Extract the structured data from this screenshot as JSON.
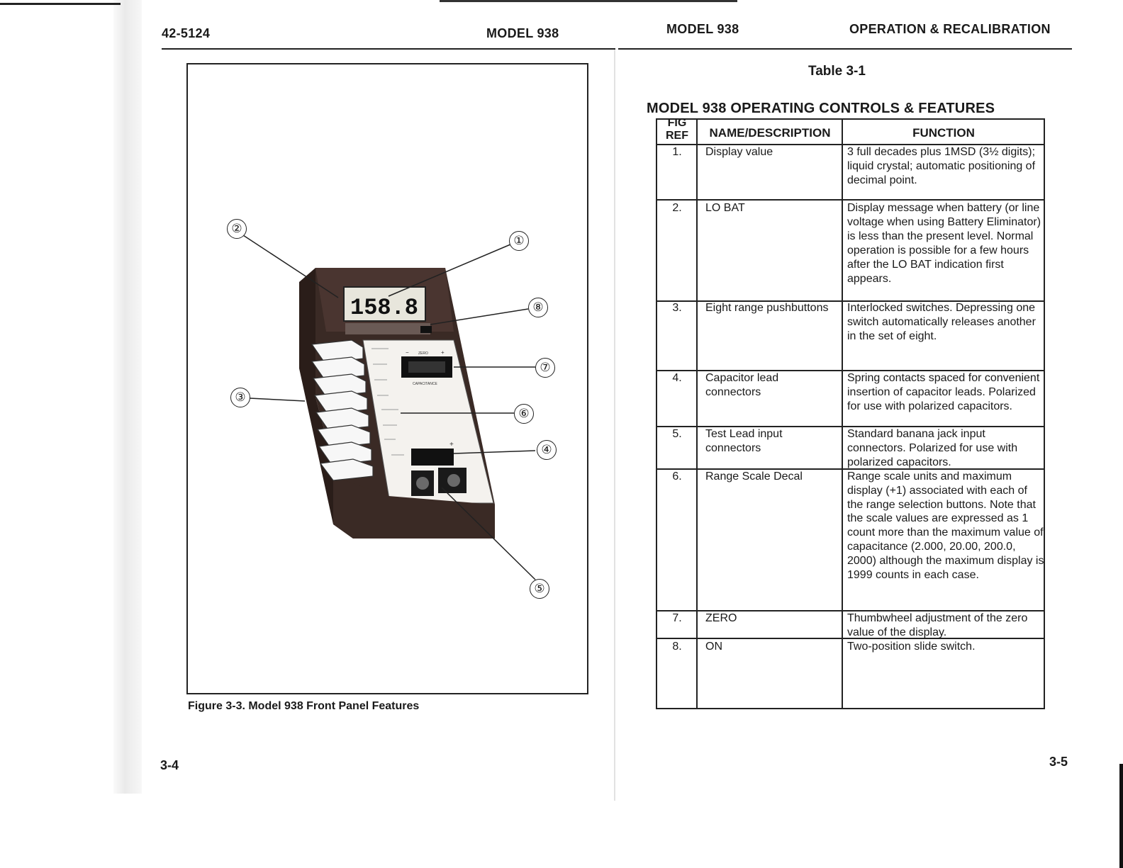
{
  "left_page": {
    "doc_number": "42-5124",
    "header_title": "MODEL 938",
    "figure_caption": "Figure 3-3. Model 938 Front Panel Features",
    "page_number": "3-4",
    "display_reading": "158.8",
    "panel_labels": {
      "zero": "ZERO",
      "zero_minus": "−",
      "zero_plus": "+",
      "capacitance": "CAPACITANCE",
      "plus": "+"
    },
    "callouts": [
      "①",
      "②",
      "③",
      "④",
      "⑤",
      "⑥",
      "⑦",
      "⑧"
    ]
  },
  "right_page": {
    "header_left": "MODEL 938",
    "header_right": "OPERATION & RECALIBRATION",
    "table_label": "Table 3-1",
    "table_heading": "MODEL 938 OPERATING CONTROLS & FEATURES",
    "page_number": "3-5",
    "columns": [
      "FIG REF",
      "NAME/DESCRIPTION",
      "FUNCTION"
    ],
    "rows": [
      {
        "ref": "1.",
        "name": "Display value",
        "function": "3 full decades plus 1MSD (3½ digits); liquid crystal; automatic positioning of decimal point."
      },
      {
        "ref": "2.",
        "name": "LO BAT",
        "function": "Display message when battery (or line voltage when using Battery Eliminator) is less than the present level. Normal operation is possible for a few hours after the LO BAT indication first appears."
      },
      {
        "ref": "3.",
        "name": "Eight range pushbuttons",
        "function": "Interlocked switches. Depressing one switch automatically releases another in the set of eight."
      },
      {
        "ref": "4.",
        "name": "Capacitor lead connectors",
        "function": "Spring contacts spaced for convenient insertion of capacitor leads. Polarized for use with polarized capacitors."
      },
      {
        "ref": "5.",
        "name": "Test Lead input connectors",
        "function": "Standard banana jack input connectors. Polarized for use with polarized capacitors."
      },
      {
        "ref": "6.",
        "name": "Range Scale Decal",
        "function": "Range scale units and maximum display (+1) associated with each of the range selection buttons. Note that the scale values are expressed as 1 count more than the maximum value of capacitance (2.000, 20.00, 200.0, 2000) although the maximum display is 1999 counts in each case."
      },
      {
        "ref": "7.",
        "name": "ZERO",
        "function": "Thumbwheel adjustment of the zero value of the display."
      },
      {
        "ref": "8.",
        "name": "ON",
        "function": "Two-position slide switch."
      }
    ]
  }
}
